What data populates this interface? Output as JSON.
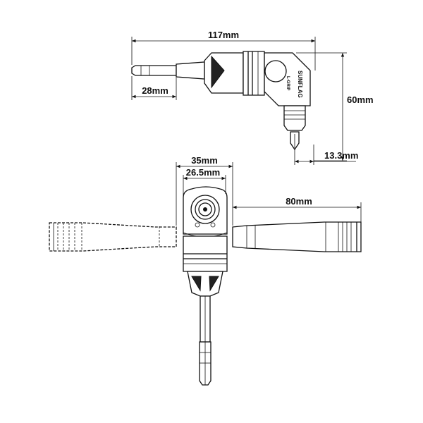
{
  "title": "L-Grip angle driver dimension drawing",
  "logo": {
    "brand": "SUNFLAG",
    "model": "L-GRIP"
  },
  "dimensions": {
    "overall_length": "117mm",
    "bit_length": "28mm",
    "height": "60mm",
    "bit_offset": "13.3mm",
    "head_width_outer": "35mm",
    "head_width_inner": "26.5mm",
    "handle_length": "80mm"
  }
}
